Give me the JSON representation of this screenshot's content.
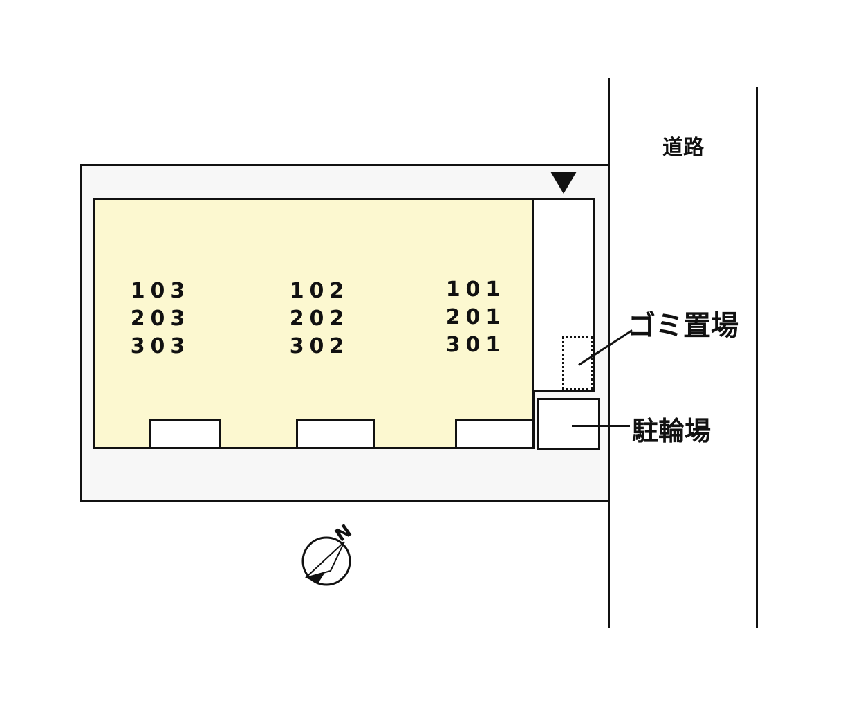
{
  "road_label": "道路",
  "garbage_label": "ゴミ置場",
  "bicycle_label": "駐輪場",
  "compass_label": "N",
  "room_columns": [
    {
      "rooms": [
        "103",
        "203",
        "303"
      ]
    },
    {
      "rooms": [
        "102",
        "202",
        "302"
      ]
    },
    {
      "rooms": [
        "101",
        "201",
        "301"
      ]
    }
  ],
  "entrance_marker": "▼",
  "colors": {
    "building_fill": "#fcf8d0",
    "lot_fill": "#f7f7f7",
    "line": "#111111"
  }
}
